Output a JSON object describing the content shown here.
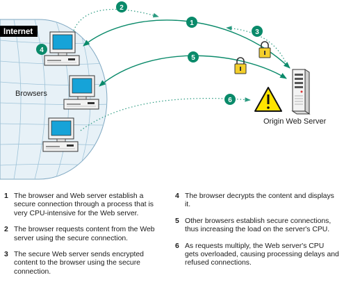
{
  "diagram": {
    "internet_label": "Internet",
    "browsers_label": "Browsers",
    "server_label": "Origin Web Server",
    "markers": [
      "1",
      "2",
      "3",
      "4",
      "5",
      "6"
    ],
    "colors": {
      "teal": "#0a8a6a",
      "teal_dotted": "#2a9a80",
      "globe_fill": "#e7f1f7",
      "globe_grid": "#9ec3d8",
      "monitor_screen": "#16a3d8",
      "lock_yellow": "#f4cf2a",
      "warning_yellow": "#ffe400"
    }
  },
  "steps": [
    {
      "num": "1",
      "text": "The browser and Web server establish a secure connection through a process that is very CPU-intensive for the Web server."
    },
    {
      "num": "2",
      "text": "The browser requests content from the Web server using the secure connection."
    },
    {
      "num": "3",
      "text": "The secure Web server sends encrypted content to the browser using the secure connection."
    },
    {
      "num": "4",
      "text": "The browser decrypts the content and displays it."
    },
    {
      "num": "5",
      "text": "Other browsers establish secure connections, thus increasing the load on the server's CPU."
    },
    {
      "num": "6",
      "text": "As requests multiply, the Web server's CPU gets overloaded, causing processing delays and refused connections."
    }
  ]
}
